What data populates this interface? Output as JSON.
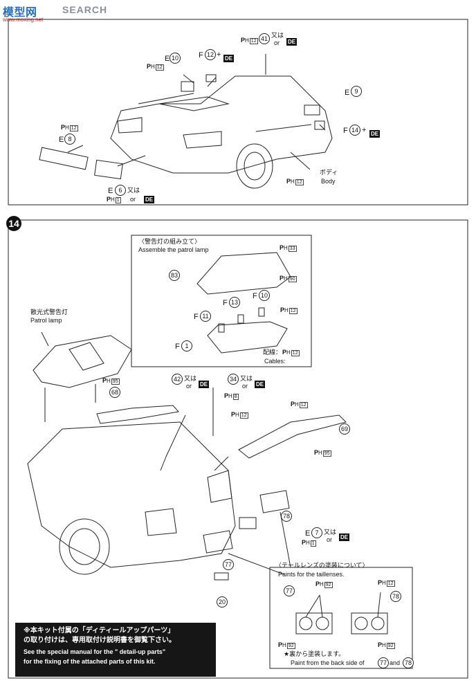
{
  "logo": {
    "main": "模型网",
    "sub": "SEARCH",
    "url": "www.moxing.net"
  },
  "top": {
    "ph12": "P",
    "ph_sub": "H",
    "ph12_num": "12",
    "e10": "E",
    "e10_num": "10",
    "f12": "F",
    "f12_num": "12",
    "plus": "+",
    "de": "DE",
    "p41_num": "41",
    "or_text": "or",
    "matawa": "又は",
    "e9": "E",
    "e9_num": "9",
    "f14": "F",
    "f14_num": "14",
    "e8": "E",
    "e8_num": "8",
    "e6": "E",
    "e6_num": "6",
    "ph1_num": "1",
    "body_jp": "ボディ",
    "body_en": "Body"
  },
  "step": {
    "number": "14"
  },
  "patrol_assembly": {
    "title_jp": "〈警告灯の組み立て〉",
    "title_en": "Assemble the patrol lamp",
    "ph33": "33",
    "ph90": "90",
    "p83": "83",
    "f13_num": "13",
    "f10_num": "10",
    "f11_num": "11",
    "f1_num": "1",
    "ph12": "12",
    "cables_jp": "配線：",
    "cables_en": "Cables:"
  },
  "patrol_lamp": {
    "jp": "散光式警告灯",
    "en": "Patrol lamp"
  },
  "rear": {
    "ph95": "95",
    "p68": "68",
    "p42": "42",
    "p34": "34",
    "ph8": "8",
    "ph12": "12",
    "p69": "69",
    "ph95b": "95",
    "p78": "78",
    "e7_num": "7",
    "ph1": "1",
    "p77": "77",
    "p20": "20"
  },
  "taillens": {
    "title_jp": "〈テールレンズの塗装について〉",
    "title_en": "Paints for the taillenses.",
    "p77": "77",
    "p78": "78",
    "ph92": "92",
    "ph12": "12",
    "back_jp": "★裏から塗装します。",
    "back_en": "Paint from the back side of",
    "and": "and"
  },
  "notice": {
    "line1": "※本キット付属の「ディティールアップパーツ」",
    "line2": "の取り付けは、専用取付け説明書を御覧下さい。",
    "line3": "See the special manual for the \" detail-up parts\"",
    "line4": "for the fixing of the attached parts of this kit."
  }
}
